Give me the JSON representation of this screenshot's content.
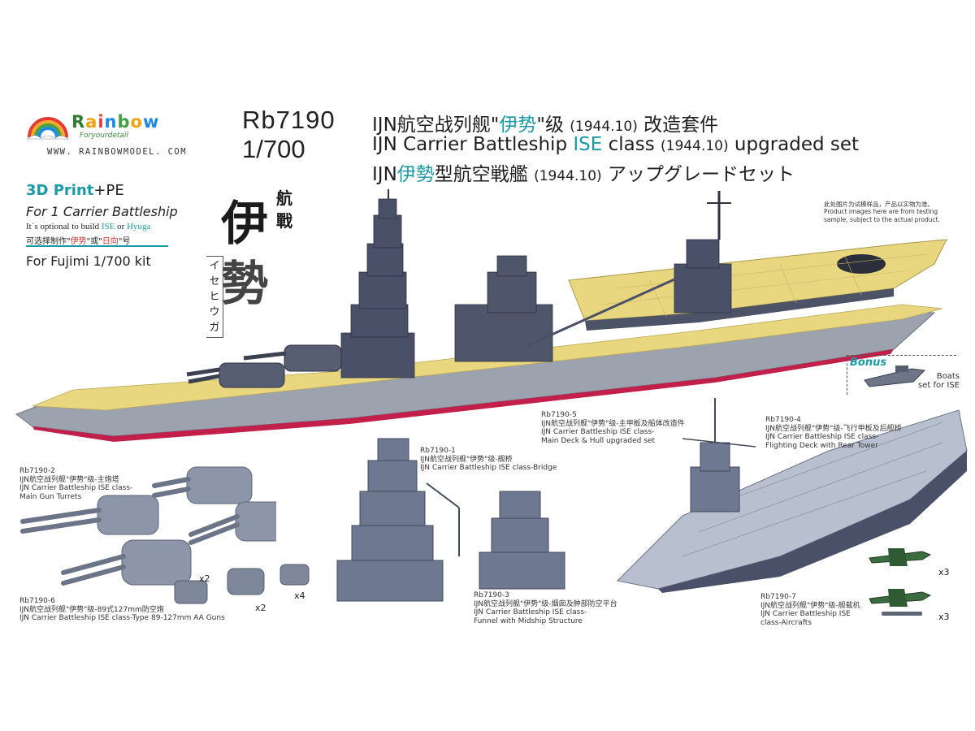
{
  "brand": {
    "name_letters": [
      "R",
      "a",
      "i",
      "n",
      "b",
      "o",
      "w"
    ],
    "letter_colors": [
      "#2e7d32",
      "#f1a20c",
      "#e53935",
      "#1e88e5",
      "#43a047",
      "#f1a20c",
      "#1e88e5"
    ],
    "tagline": "Foryourdetail",
    "url": "WWW. RAINBOWMODEL. COM"
  },
  "product": {
    "code": "Rb7190",
    "scale": "1/700"
  },
  "title": {
    "line1": {
      "a": "IJN航空战列舰\"",
      "hl": "伊势",
      "b": "\"级",
      "c": "(1944.10)",
      "d": "改造套件"
    },
    "line2": {
      "a": "IJN Carrier Battleship",
      "hl": "ISE",
      "b": "class",
      "c": "(1944.10)",
      "d": "upgraded set"
    },
    "line3": {
      "a": "IJN",
      "hl": "伊勢",
      "b": "型航空戦艦",
      "c": "(1944.10)",
      "d": "アップグレードセット"
    }
  },
  "features": {
    "print": "3D Print",
    "pe": "+PE",
    "for_ship": "For 1 Carrier Battleship",
    "optional_a": "It`s optional to build",
    "optional_ise": "ISE",
    "optional_or": "or",
    "optional_hyuga": "Hyuga",
    "cn_a": "可选择制作\"",
    "cn_ise": "伊势",
    "cn_or": "\"或\"",
    "cn_hyuga": "日向",
    "cn_b": "\"号",
    "kit": "For Fujimi 1/700 kit"
  },
  "calligraphy": {
    "big1": "伊",
    "big2": "勢",
    "small1": "航",
    "small2": "戰",
    "kana": [
      "イ",
      "セ",
      "ヒ",
      "ウ",
      "ガ"
    ]
  },
  "note": {
    "cn": "此处图片为试模样品，产品以实物为准。",
    "en1": "Product images here are from testing",
    "en2": "sample, subject to the actual product."
  },
  "bonus": {
    "title": "Bonus",
    "label1": "Boats",
    "label2": "set for ISE"
  },
  "parts": [
    {
      "code": "Rb7190-2",
      "cn": "IJN航空战列舰\"伊势\"级-主炮塔",
      "en1": "IJN Carrier Battleship ISE class-",
      "en2": "Main Gun Turrets"
    },
    {
      "code": "Rb7190-1",
      "cn": "IJN航空战列舰\"伊势\"级-舰桥",
      "en1": "IJN Carrier Battleship ISE class-Bridge",
      "en2": ""
    },
    {
      "code": "Rb7190-5",
      "cn": "IJN航空战列舰\"伊势\"级-主甲板及船体改造件",
      "en1": "IJN Carrier Battleship ISE class-",
      "en2": "Main Deck & Hull upgraded set"
    },
    {
      "code": "Rb7190-4",
      "cn": "IJN航空战列舰\"伊势\"级-飞行甲板及后舰桥",
      "en1": "IJN Carrier Battleship ISE class-",
      "en2": "Flighting Deck with Rear Tower"
    },
    {
      "code": "Rb7190-6",
      "cn": "IJN航空战列舰\"伊势\"级-89式127mm防空炮",
      "en1": "IJN Carrier Battleship ISE class-Type 89-127mm AA Guns",
      "en2": ""
    },
    {
      "code": "Rb7190-3",
      "cn": "IJN航空战列舰\"伊势\"级-烟囱及舯部防空平台",
      "en1": "IJN Carrier Battleship ISE class-",
      "en2": "Funnel with Midship Structure"
    },
    {
      "code": "Rb7190-7",
      "cn": "IJN航空战列舰\"伊势\"级-舰载机",
      "en1": "IJN Carrier Battleship ISE",
      "en2": "class-Aircrafts"
    }
  ],
  "multipliers": {
    "aa1": "x2",
    "aa2": "x2",
    "aa3": "x4",
    "air1": "x3",
    "air2": "x3"
  },
  "colors": {
    "accent": "#1a9aa6",
    "deck": "#e8d77f",
    "hull": "#9aa0ad",
    "boot": "#c21f4a",
    "structure": "#4a5068"
  }
}
